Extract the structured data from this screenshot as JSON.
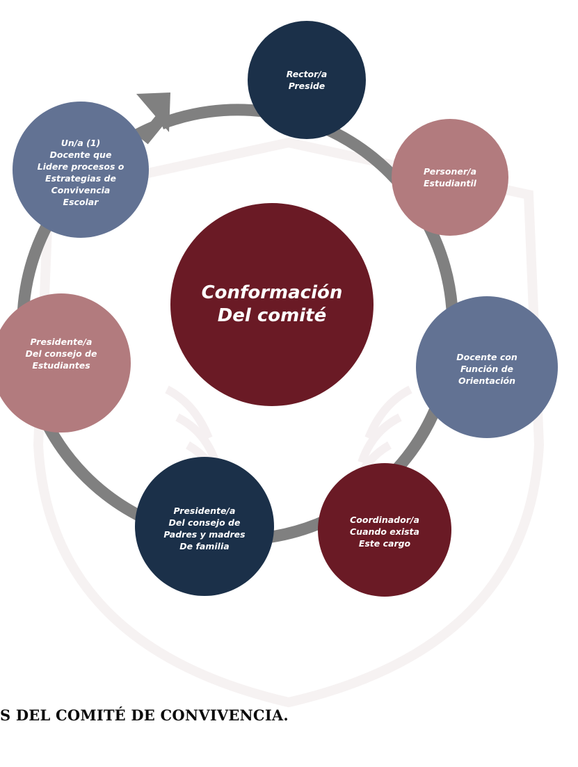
{
  "diagram": {
    "center_label": "Conformación\nDel comité",
    "nodes": [
      {
        "id": "rector",
        "label": "Rector/a\nPreside"
      },
      {
        "id": "personero",
        "label": "Personer/a\nEstudiantil"
      },
      {
        "id": "docente_orientacion",
        "label": "Docente con\nFunción de\nOrientación"
      },
      {
        "id": "coordinador",
        "label": "Coordinador/a\nCuando exista\nEste cargo"
      },
      {
        "id": "presidente_padres",
        "label": "Presidente/a\nDel consejo de\nPadres y madres\nDe familia"
      },
      {
        "id": "presidente_estudiantes",
        "label": "Presidente/a\nDel consejo de\nEstudiantes"
      },
      {
        "id": "docente_lider",
        "label": "Un/a (1)\nDocente que\nLidere procesos o\nEstrategias de\nConvivencia\nEscolar"
      }
    ],
    "colors": {
      "navy": "#1b3049",
      "rose": "#b27b7e",
      "slate": "#627293",
      "maroon": "#6a1a25",
      "ring": "#808080"
    }
  },
  "heading": "S DEL COMITÉ DE CONVIVENCIA."
}
